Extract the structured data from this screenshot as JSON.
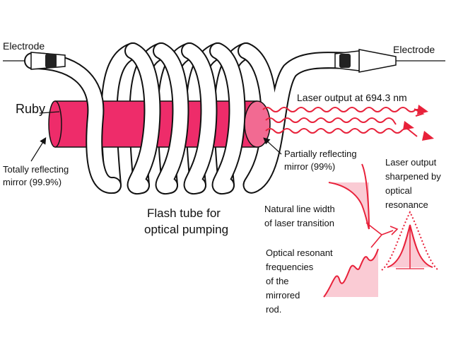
{
  "labels": {
    "electrode_left": "Electrode",
    "electrode_right": "Electrode",
    "ruby": "Ruby",
    "totally_reflecting": [
      "Totally reflecting",
      "mirror (99.9%)"
    ],
    "partially_reflecting": [
      "Partially reflecting",
      "mirror (99%)"
    ],
    "laser_output": "Laser output at 694.3 nm",
    "laser_output_sharpened": [
      "Laser output",
      "sharpened by",
      "optical",
      "resonance"
    ],
    "flash_tube": [
      "Flash tube for",
      "optical pumping"
    ],
    "natural_line_width": [
      "Natural line width",
      "of laser transition"
    ],
    "optical_resonant": [
      "Optical resonant",
      "frequencies",
      "of the",
      "mirrored",
      "rod."
    ]
  },
  "colors": {
    "ruby": "#ee2c6a",
    "ruby_end": "#f26a92",
    "beam": "#e8213a",
    "curve_fill": "#f7a8b8",
    "tube_outline": "#111111",
    "electrode_cap": "#222222"
  }
}
